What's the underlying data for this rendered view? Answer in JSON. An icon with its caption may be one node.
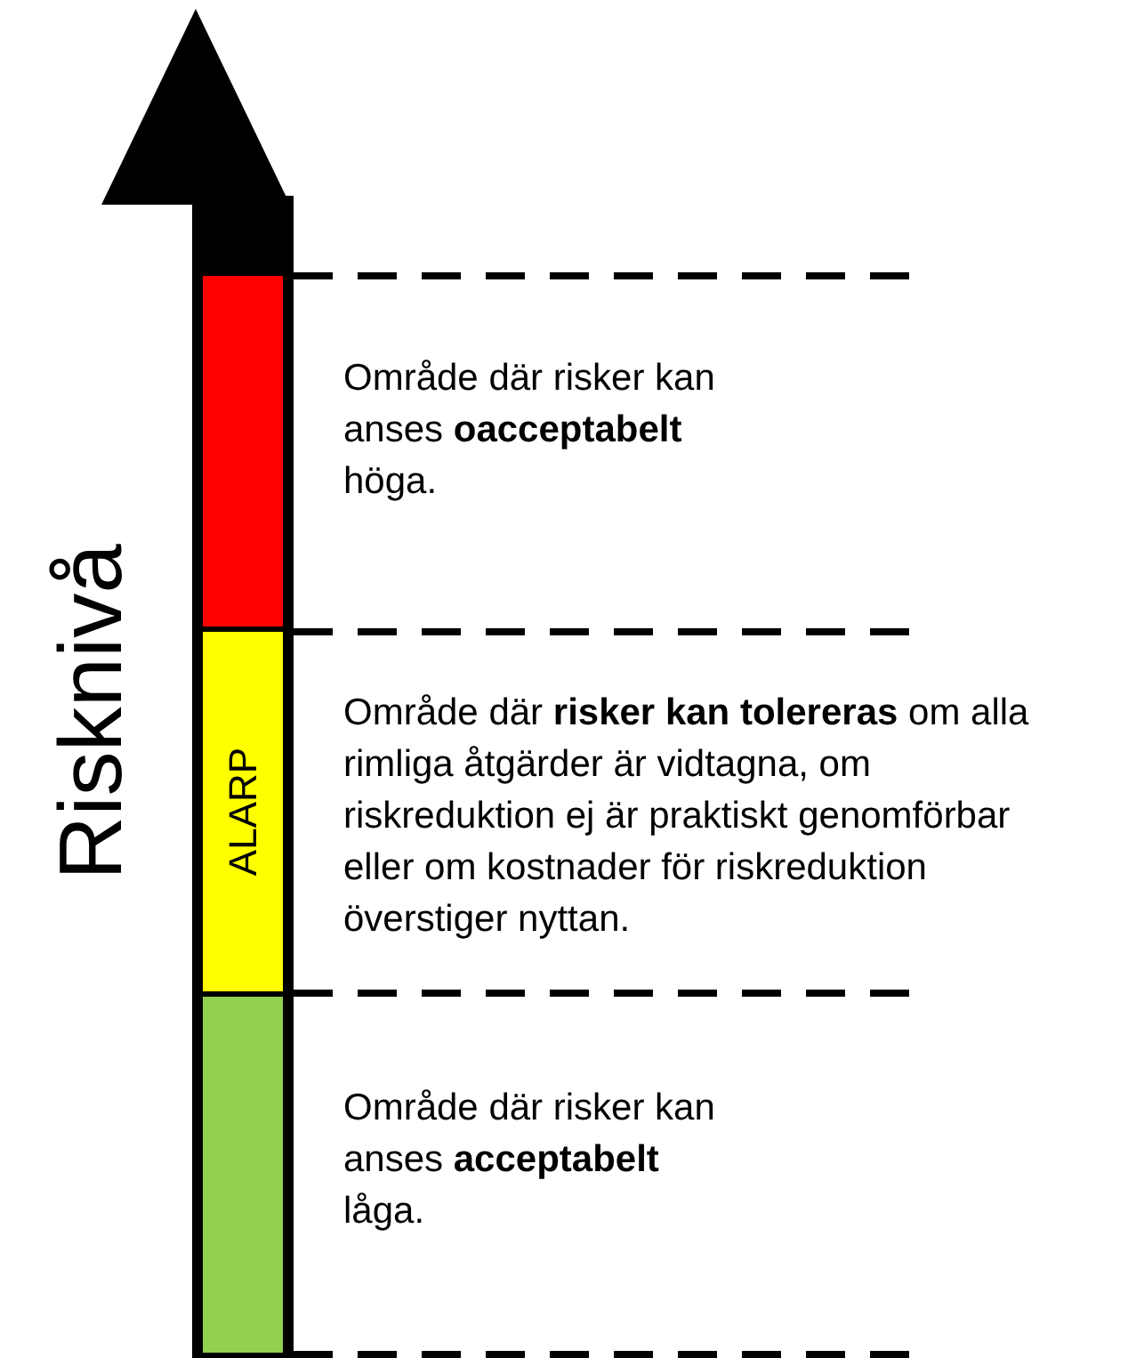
{
  "diagram": {
    "nodes": [
      {
        "text": [],
        "shape": "bar",
        "beside": [
          "Område där risker kan anses **oacceptabelt** höga."
        ]
      },
      {
        "text": [
          "ALARP"
        ],
        "beside": [
          "Område där **risker kan tolereras** om alla rimliga åtgärder är vidtagna, om riskreduktion ej är praktiskt genomförbar eller om kostnader för riskreduktion överstiger nyttan."
        ]
      },
      {
        "text": [],
        "shape": "bar",
        "beside": [
          "Område där risker kan anses **acceptabelt** låga."
        ]
      }
    ],
    "labels": [
      "Risknivå"
    ]
  }
}
